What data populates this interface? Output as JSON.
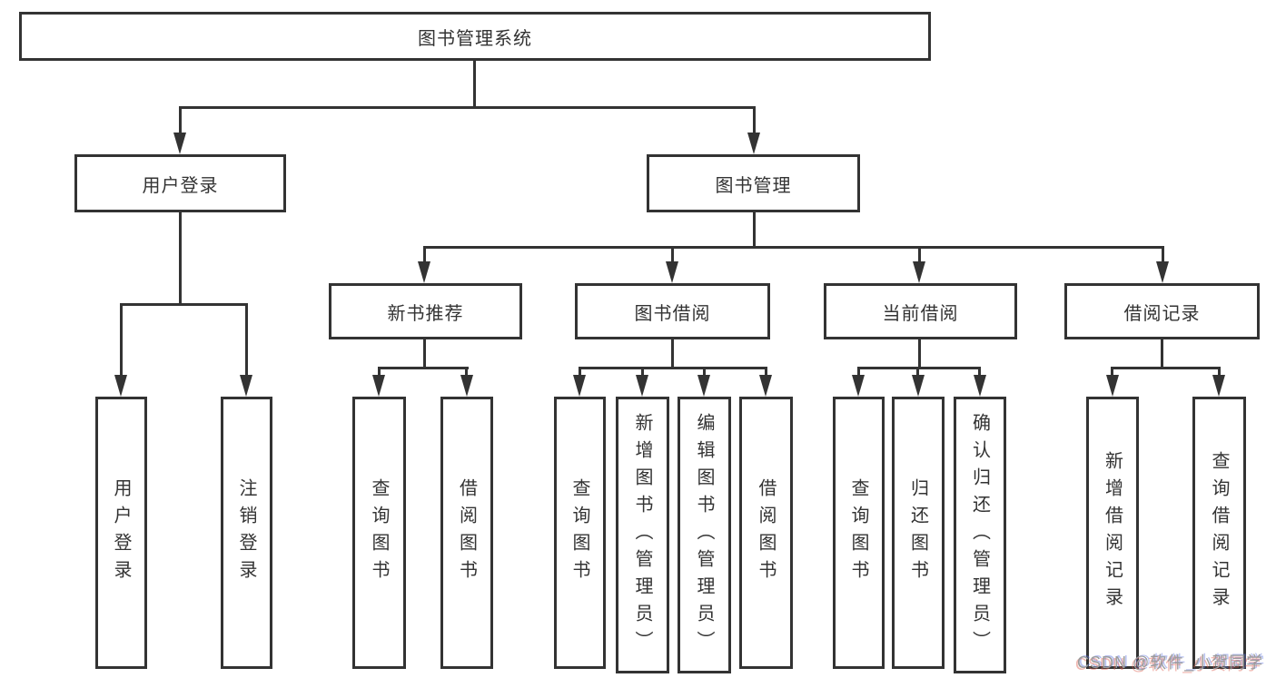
{
  "nodes": {
    "root": "图书管理系统",
    "level2": [
      {
        "label": "用户登录"
      },
      {
        "label": "图书管理"
      }
    ],
    "level3": [
      {
        "label": "新书推荐"
      },
      {
        "label": "图书借阅"
      },
      {
        "label": "当前借阅"
      },
      {
        "label": "借阅记录"
      }
    ],
    "leaves": [
      {
        "label": "用户登录"
      },
      {
        "label": "注销登录"
      },
      {
        "label": "查询图书"
      },
      {
        "label": "借阅图书"
      },
      {
        "label": "查询图书"
      },
      {
        "label": "新增图书（管理员）"
      },
      {
        "label": "编辑图书（管理员）"
      },
      {
        "label": "借阅图书"
      },
      {
        "label": "查询图书"
      },
      {
        "label": "归还图书"
      },
      {
        "label": "确认归还（管理员）"
      },
      {
        "label": "新增借阅记录"
      },
      {
        "label": "查询借阅记录"
      }
    ]
  },
  "watermark": "CSDN @软件_小贺同学",
  "colors": {
    "line": "#333333",
    "text": "#333333",
    "background": "#ffffff",
    "watermark": "#9b9b9b"
  }
}
